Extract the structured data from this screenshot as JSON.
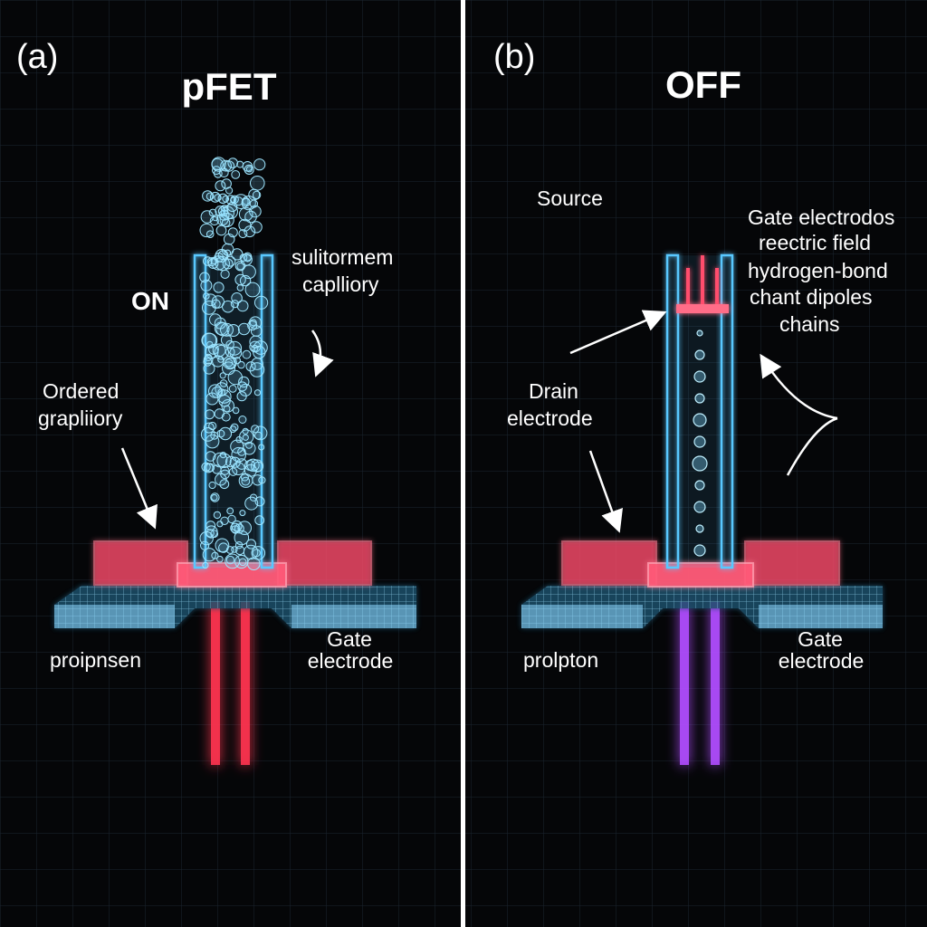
{
  "panel_a": {
    "tag": "(a)",
    "title": "pFET",
    "state_label": "ON",
    "capillary_label_line1": "sulitormem",
    "capillary_label_line2": "caplliory",
    "ordered_label_line1": "Ordered",
    "ordered_label_line2": "grapliiory",
    "left_pad_label": "proipnsen",
    "gate_label_line1": "Gate",
    "gate_label_line2": "electrode"
  },
  "panel_b": {
    "tag": "(b)",
    "title": "OFF",
    "source_label": "Source",
    "right_labels": [
      "Gate electrodos",
      "reectric field",
      "hydrogen-bond",
      "chant dipoles",
      "chains"
    ],
    "drain_label_line1": "Drain",
    "drain_label_line2": "electrode",
    "left_pad_label": "prolpton",
    "gate_label_line1": "Gate",
    "gate_label_line2": "electrode"
  },
  "colors": {
    "background": "#050608",
    "grid": "#1b2530",
    "divider": "#ffffff",
    "capillary": "#58c8ff",
    "electrode": "#ff4d6d",
    "substrate": "#7fd4ff",
    "lead_on": "#ff3350",
    "lead_off": "#b04dff",
    "arrow_yellow": "#f2ef2a",
    "arrow_pink": "#ff4d7a"
  }
}
